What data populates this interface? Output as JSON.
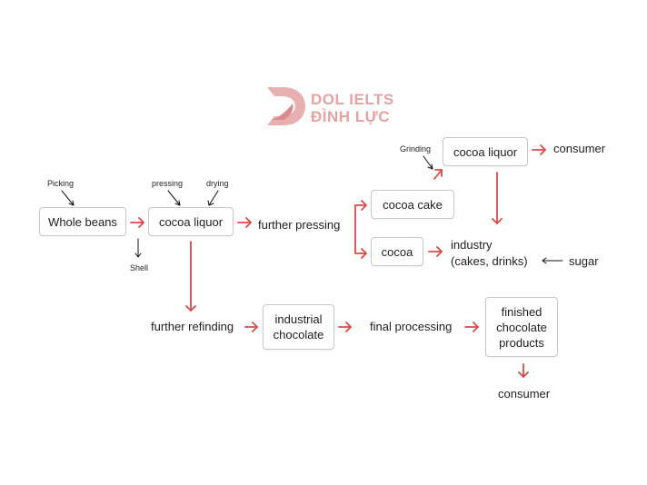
{
  "logo": {
    "line1": "DOL IELTS",
    "line2": "ĐÌNH LỰC",
    "color": "#e3a3a3"
  },
  "colors": {
    "arrow_red": "#d94a4a",
    "arrow_black": "#111111",
    "box_border": "#c9c9c9"
  },
  "boxes": {
    "whole_beans": "Whole beans",
    "cocoa_liquor_1": "cocoa liquor",
    "cocoa_liquor_2": "cocoa liquor",
    "cocoa_cake": "cocoa  cake",
    "cocoa": "cocoa",
    "industrial_chocolate": "industrial\nchocolate",
    "finished_products": "finished\nchocolate\nproducts"
  },
  "labels": {
    "further_pressing": "further pressing",
    "consumer_top": "consumer",
    "industry": "industry\n(cakes, drinks)",
    "sugar": "sugar",
    "further_refinding": "further refinding",
    "final_processing": "final processing",
    "consumer_bottom": "consumer"
  },
  "small_labels": {
    "picking": "Picking",
    "pressing": "pressing",
    "drying": "drying",
    "shell": "Shell",
    "grinding": "Grinding"
  }
}
